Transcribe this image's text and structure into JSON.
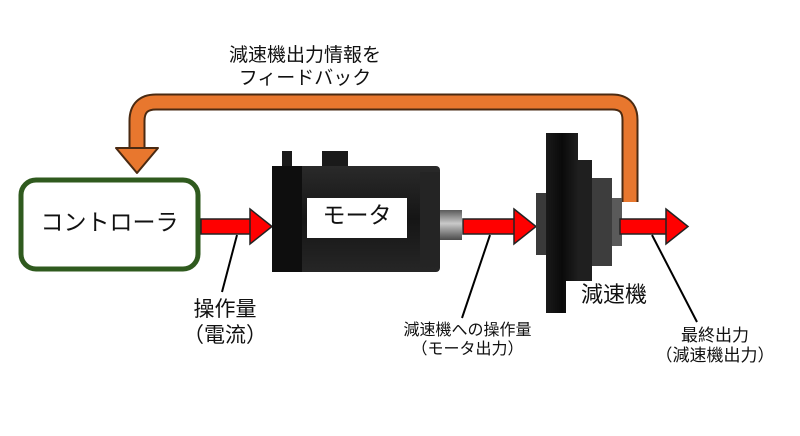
{
  "feedback": {
    "line1": "減速機出力情報を",
    "line2": "フィードバック"
  },
  "controller": {
    "label": "コントローラ"
  },
  "motor": {
    "label": "モータ"
  },
  "reducer": {
    "label": "減速機"
  },
  "signals": {
    "manipulated": {
      "line1": "操作量",
      "line2": "（電流）"
    },
    "reducer_input": {
      "line1": "減速機への操作量",
      "line2": "（モータ出力）"
    },
    "final_output": {
      "line1": "最終出力",
      "line2": "（減速機出力）"
    }
  },
  "colors": {
    "controller_border": "#2f5a1e",
    "forward_arrow": "#ff0000",
    "feedback_arrow": "#e8772e",
    "motor_body": "#1c1c1c",
    "shaft": "#8a8a8a",
    "reducer_body": "#111111"
  }
}
